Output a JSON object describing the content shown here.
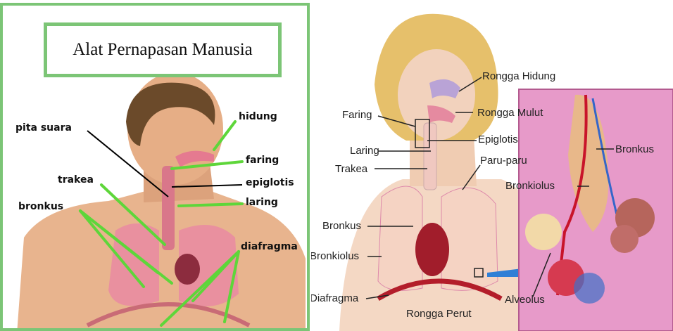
{
  "left_panel": {
    "title": "Alat Pernapasan Manusia",
    "labels": {
      "pita_suara": "pita suara",
      "hidung": "hidung",
      "faring": "faring",
      "epiglotis": "epiglotis",
      "laring": "laring",
      "trakea": "trakea",
      "bronkus": "bronkus",
      "diafragma": "diafragma"
    },
    "colors": {
      "frame": "#7cc576",
      "pointer": "#5ed63a"
    }
  },
  "right_panel": {
    "labels": {
      "rongga_hidung": "Rongga Hidung",
      "faring": "Faring",
      "rongga_mulut": "Rongga Mulut",
      "epiglotis": "Epiglotis",
      "laring": "Laring",
      "paru_paru": "Paru-paru",
      "trakea": "Trakea",
      "bronkus_inset": "Bronkus",
      "bronkiolus_inset": "Bronkiolus",
      "bronkus": "Bronkus",
      "bronkiolus": "Bronkiolus",
      "diafragma": "Diafragma",
      "rongga_perut": "Rongga Perut",
      "alveolus": "Alveolus"
    },
    "colors": {
      "inset_background": "#e79ac9",
      "arrow": "#2f7fd6"
    }
  }
}
